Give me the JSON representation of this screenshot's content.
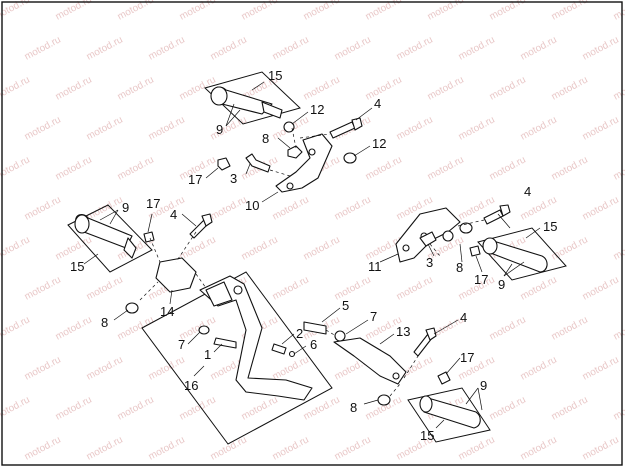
{
  "watermark": "motod.ru",
  "border_color": "#111111",
  "callouts": {
    "c15a": "15",
    "c12a": "12",
    "c4a": "4",
    "c9a": "9",
    "c8a": "8",
    "c12b": "12",
    "c17a": "17",
    "c3a": "3",
    "c10": "10",
    "c9b": "9",
    "c17b": "17",
    "c4b": "4",
    "c15b": "15",
    "c14": "14",
    "c8b": "8",
    "c4c": "4",
    "c15c": "15",
    "c11": "11",
    "c3b": "3",
    "c8c": "8",
    "c17c": "17",
    "c9c": "9",
    "c5": "5",
    "c7a": "7",
    "c2": "2",
    "c7b": "7",
    "c6": "6",
    "c1": "1",
    "c16": "16",
    "c13": "13",
    "c4d": "4",
    "c17d": "17",
    "c9d": "9",
    "c8d": "8",
    "c15d": "15"
  }
}
